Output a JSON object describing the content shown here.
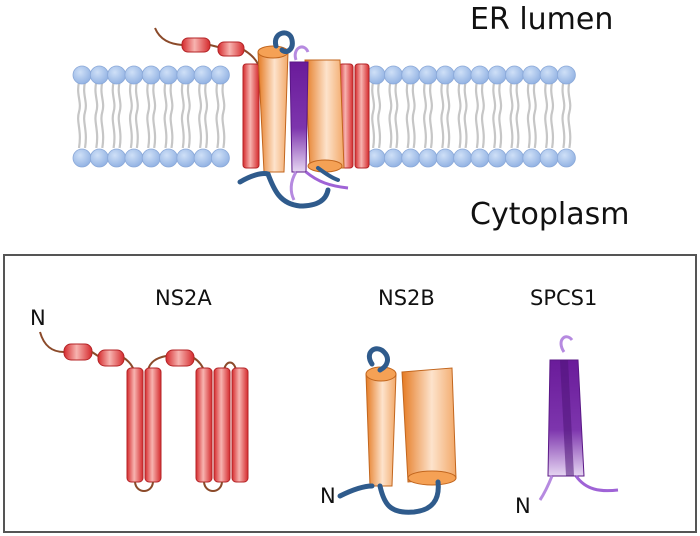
{
  "regions": {
    "lumen": "ER lumen",
    "cytoplasm": "Cytoplasm"
  },
  "proteins": [
    {
      "name": "NS2A",
      "n_label": "N",
      "color": "#e0393c"
    },
    {
      "name": "NS2B",
      "n_label": "N",
      "color": "#e8822a"
    },
    {
      "name": "SPCS1",
      "n_label": "N",
      "color": "#7b2fa6"
    }
  ],
  "colors": {
    "lipid_head": "#a9c4ec",
    "lipid_tail": "#c6c6c6",
    "loop_blue": "#2f5b8c",
    "loop_violet": "#b68ae0",
    "tether_brown": "#8b4a2a",
    "frame": "#555555"
  }
}
